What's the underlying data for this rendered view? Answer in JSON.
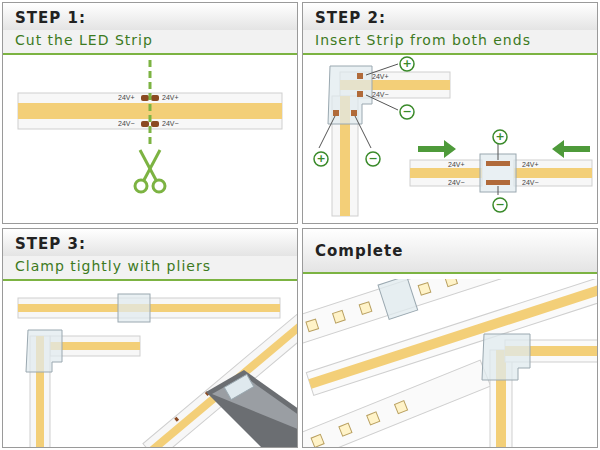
{
  "diagram": {
    "nodes": [
      {
        "text": [
          "STEP 1:",
          "Cut the LED Strip"
        ]
      },
      {
        "text": [
          "STEP 2:",
          "Insert Strip from both ends"
        ]
      },
      {
        "text": [
          "STEP 3:",
          "Clamp tightly with pliers"
        ]
      },
      {
        "text": [
          "Complete"
        ]
      },
      {
        "text": [
          "+"
        ],
        "in": 1
      },
      {
        "text": [
          "−"
        ],
        "in": 1
      },
      {
        "text": [
          "+"
        ],
        "in": 1
      },
      {
        "text": [
          "−"
        ],
        "in": 1
      },
      {
        "text": [
          "+"
        ],
        "in": 1
      },
      {
        "text": [
          "−"
        ],
        "in": 1
      }
    ],
    "labels": [
      "24V+",
      "24V+",
      "24V−",
      "24V−",
      "24V+",
      "24V−",
      "24V+",
      "24V−",
      "24V+",
      "24V−"
    ]
  }
}
